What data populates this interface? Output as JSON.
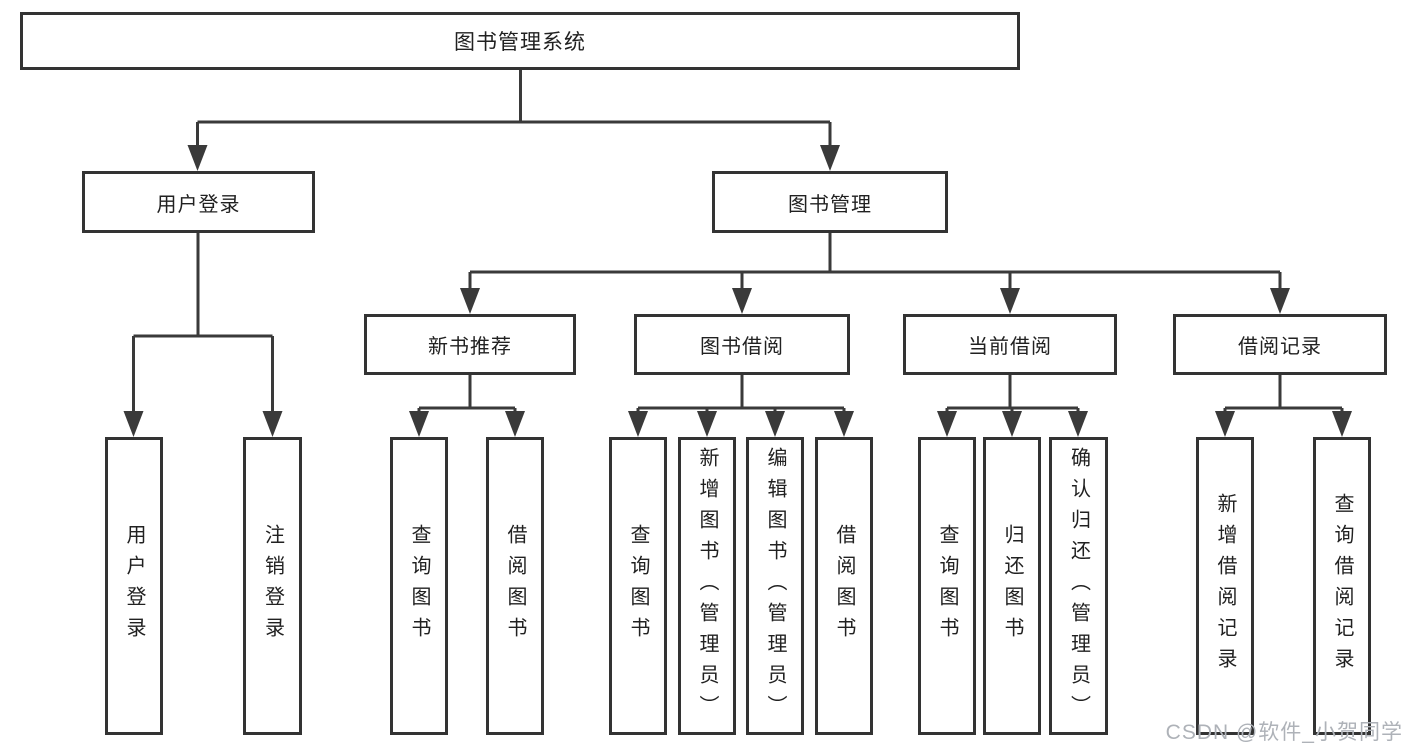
{
  "title_box": "图书管理系统",
  "branches": [
    {
      "label": "用户登录",
      "leaves": [
        "用户登录",
        "注销登录"
      ]
    },
    {
      "label": "图书管理",
      "sub_branches": [
        {
          "label": "新书推荐",
          "leaves": [
            "查询图书",
            "借阅图书"
          ]
        },
        {
          "label": "图书借阅",
          "leaves": [
            "查询图书",
            "新增图书（管理员）",
            "编辑图书（管理员）",
            "借阅图书"
          ]
        },
        {
          "label": "当前借阅",
          "leaves": [
            "查询图书",
            "归还图书",
            "确认归还（管理员）"
          ]
        },
        {
          "label": "借阅记录",
          "leaves": [
            "新增借阅记录",
            "查询借阅记录"
          ]
        }
      ]
    }
  ],
  "watermark": "CSDN @软件_小贺同学",
  "colors": {
    "line": "#3a3a3a",
    "box_border": "#333333",
    "box_background": "#ffffff",
    "text": "#212121",
    "watermark": "#aeb2b8"
  }
}
